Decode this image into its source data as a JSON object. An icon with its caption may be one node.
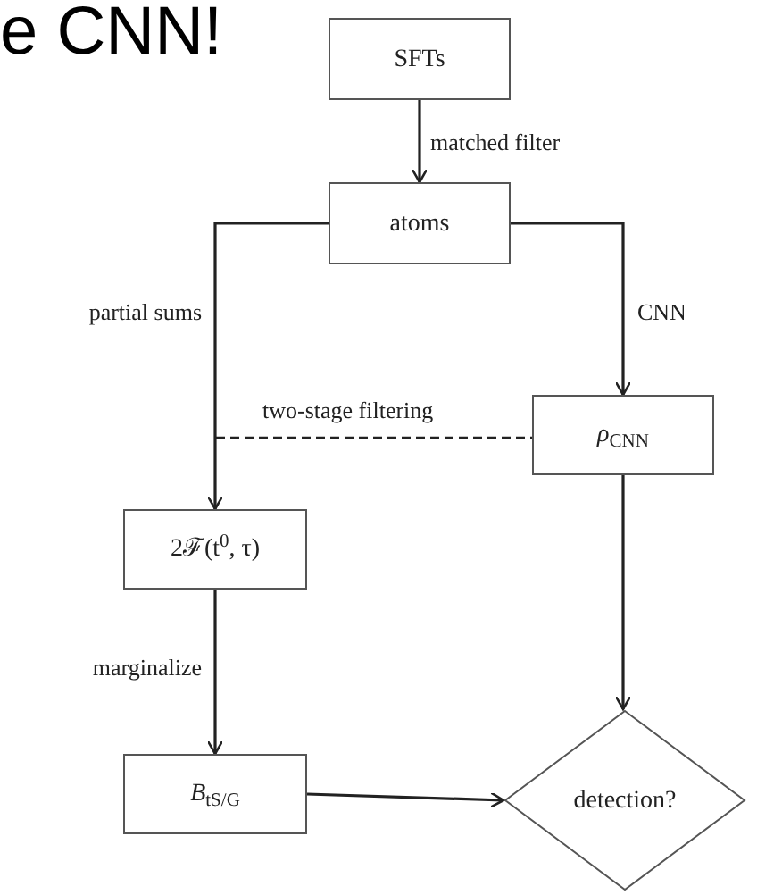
{
  "diagram": {
    "title": "e CNN!",
    "nodes": [
      {
        "text": [
          "SFTs"
        ]
      },
      {
        "text": [
          "atoms"
        ]
      },
      {
        "text": [
          "*ρ*$_{CNN}$"
        ]
      },
      {
        "text": [
          "2ℱ(t$^{0}$, τ)"
        ]
      },
      {
        "text": [
          "*B*$_{tS/G}$"
        ]
      },
      {
        "text": [
          "detection?"
        ]
      }
    ],
    "edges": [
      {
        "from": 0,
        "to": 1,
        "arrow": "to",
        "label": "matched filter"
      },
      {
        "from": 1,
        "to": 3,
        "arrow": "to",
        "label": "partial sums"
      },
      {
        "from": 1,
        "to": 2,
        "arrow": "to",
        "label": "CNN"
      },
      {
        "from": null,
        "to": 2,
        "arrow": "none",
        "style": "dashed",
        "label": "two-stage filtering"
      },
      {
        "from": 3,
        "to": 4,
        "arrow": "to",
        "label": "marginalize"
      },
      {
        "from": 4,
        "to": 5,
        "arrow": "to"
      },
      {
        "from": 2,
        "to": 5,
        "arrow": "to"
      }
    ]
  }
}
